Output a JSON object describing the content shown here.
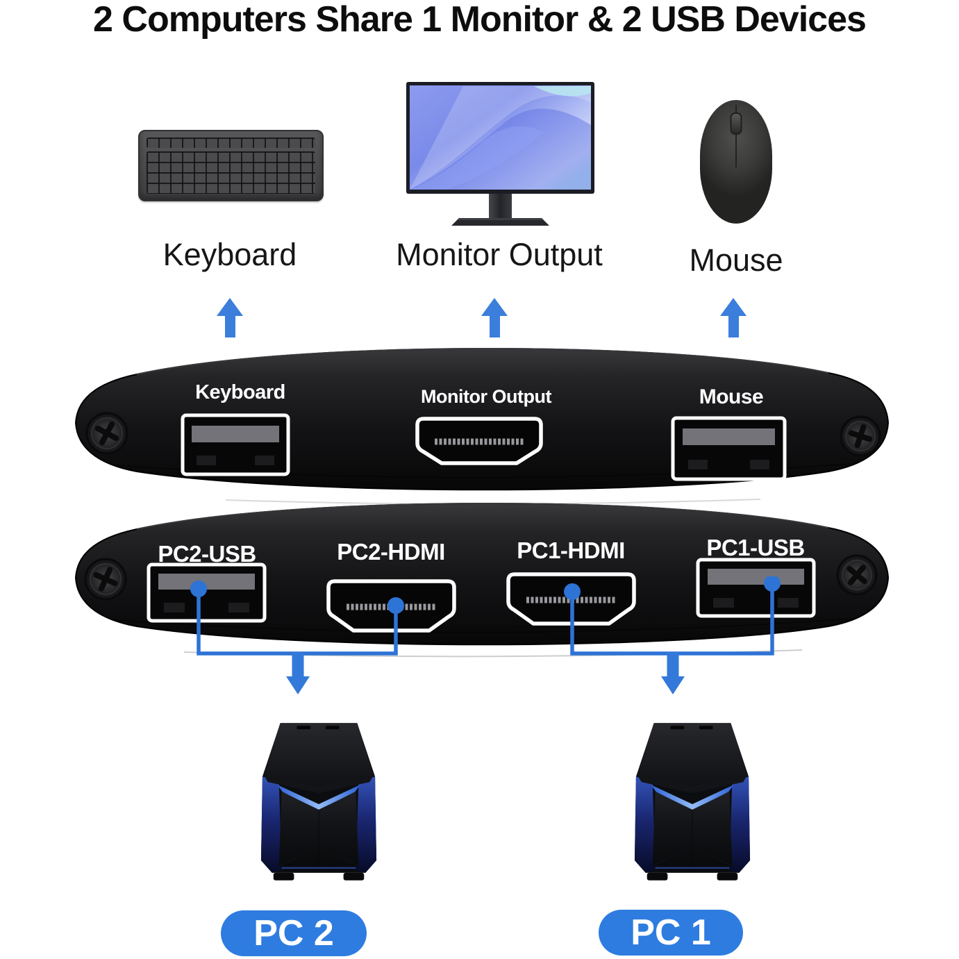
{
  "title": "2 Computers Share 1 Monitor & 2 USB Devices",
  "peripherals": {
    "keyboard": {
      "label": "Keyboard"
    },
    "monitor": {
      "label": "Monitor Output"
    },
    "mouse": {
      "label": "Mouse"
    }
  },
  "kvm_switch": {
    "console_side_ports": [
      {
        "label": "Keyboard",
        "type": "USB-A"
      },
      {
        "label": "Monitor Output",
        "type": "HDMI"
      },
      {
        "label": "Mouse",
        "type": "USB-A"
      }
    ],
    "pc_side_ports": [
      {
        "label": "PC2-USB",
        "type": "USB-A"
      },
      {
        "label": "PC2-HDMI",
        "type": "HDMI"
      },
      {
        "label": "PC1-HDMI",
        "type": "HDMI"
      },
      {
        "label": "PC1-USB",
        "type": "USB-A"
      }
    ]
  },
  "computers": [
    {
      "label": "PC 2"
    },
    {
      "label": "PC 1"
    }
  ],
  "colors": {
    "arrow_blue": "#3b7edb",
    "connector_blue": "#2e73d6",
    "pill_blue": "#2e7ce0",
    "switch_black": "#141416",
    "background": "#ffffff"
  }
}
